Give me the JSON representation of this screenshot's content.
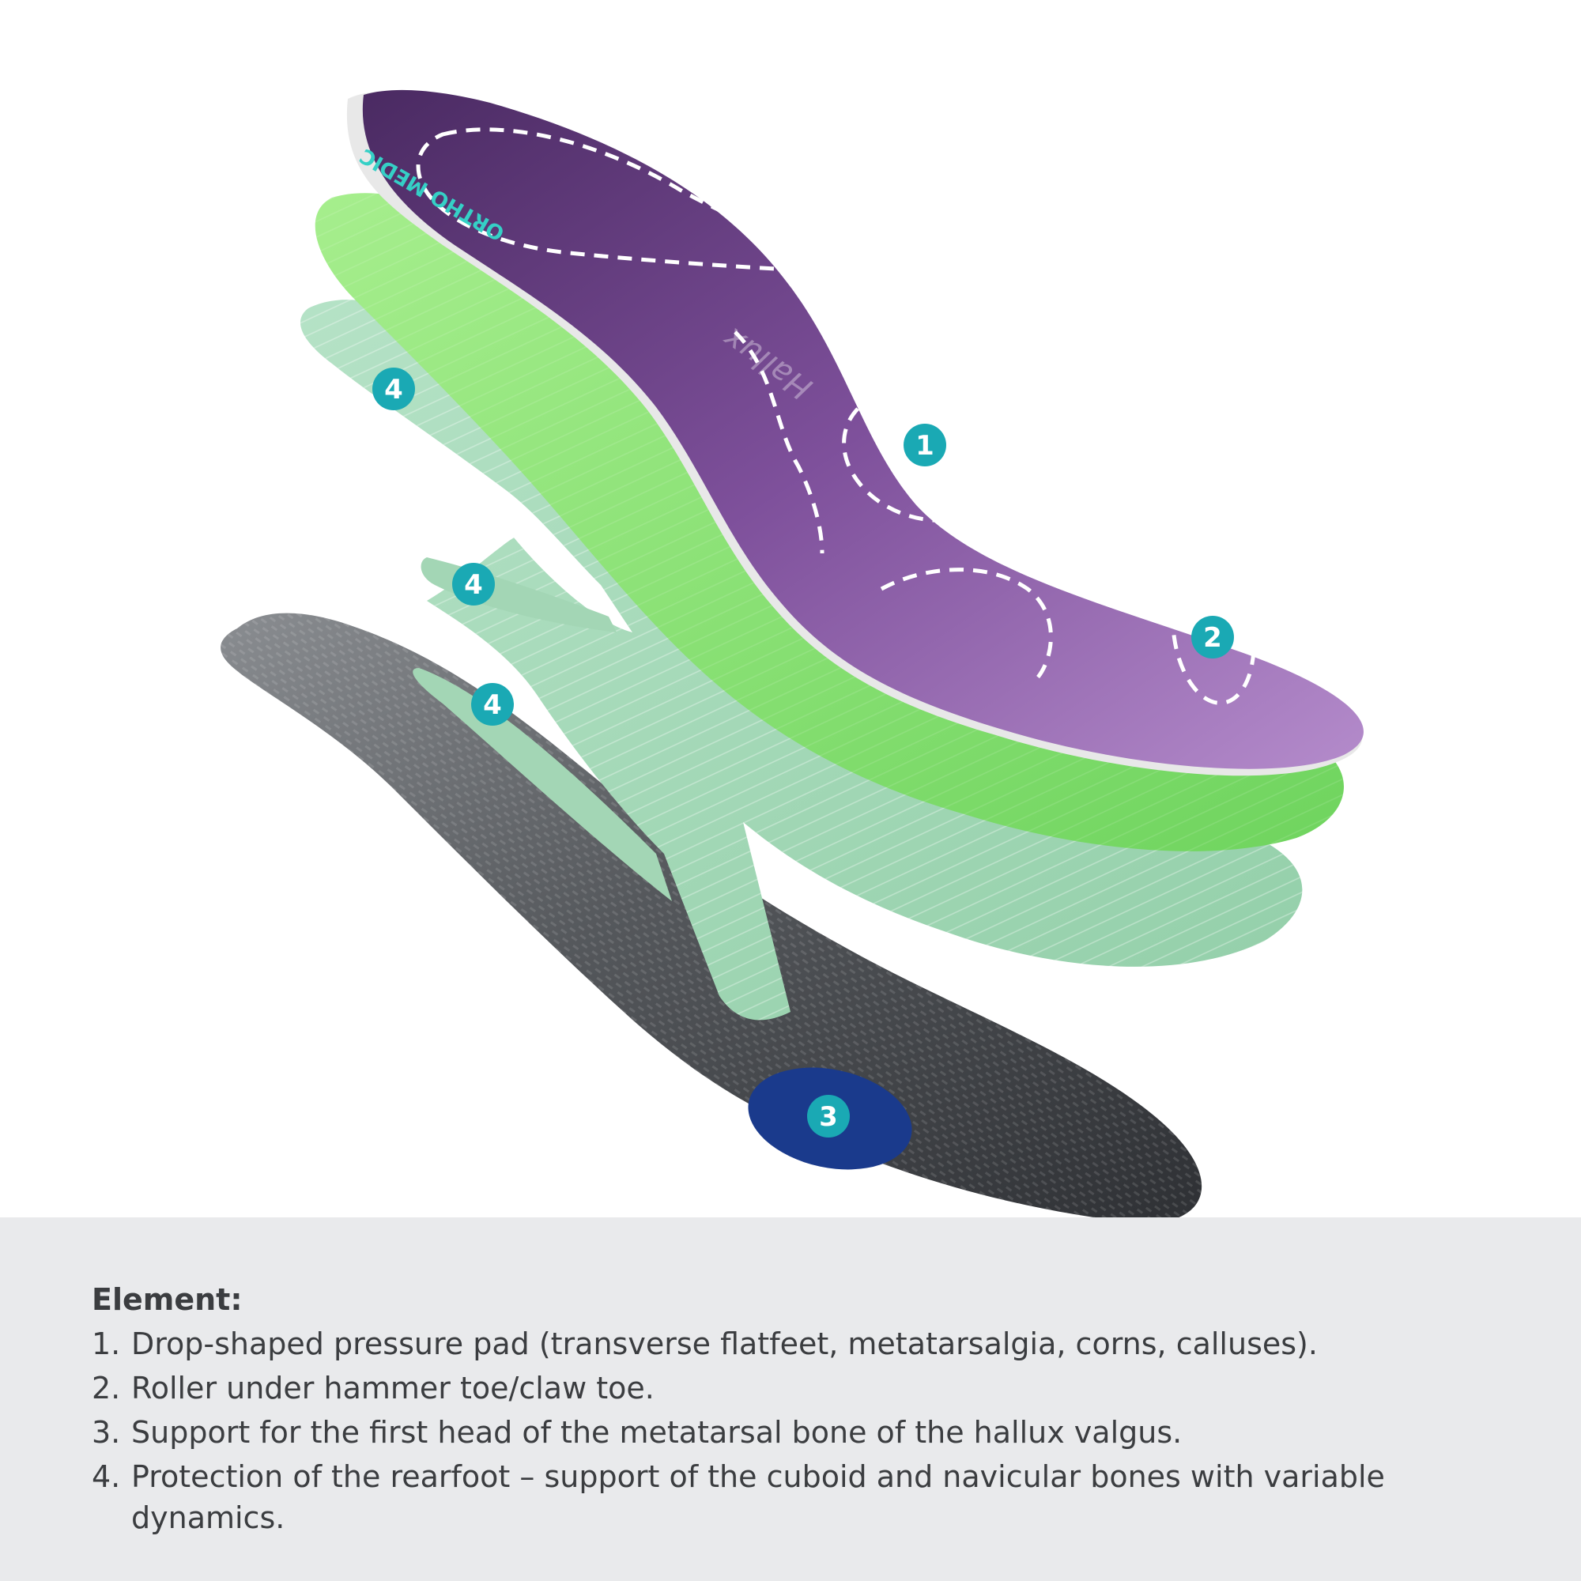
{
  "colors": {
    "badge_teal": "#1aa9b4",
    "top_layer_purple": "#8a5aa5",
    "mid_layer_green": "#8fe07a",
    "base_layer_mint": "#a9d9bb",
    "shell_gray": "#5c5f63",
    "pad_blue": "#1a3a8c",
    "legend_background": "#e9eaec",
    "legend_text": "#3b3d40"
  },
  "badges": [
    {
      "id": "badge-1",
      "label": "1"
    },
    {
      "id": "badge-2",
      "label": "2"
    },
    {
      "id": "badge-3",
      "label": "3"
    },
    {
      "id": "badge-4a",
      "label": "4"
    },
    {
      "id": "badge-4b",
      "label": "4"
    },
    {
      "id": "badge-4c",
      "label": "4"
    }
  ],
  "logo_text": "ORTHO MEDIC",
  "brand_text": "Hallux",
  "legend": {
    "title": "Element:",
    "items": [
      {
        "num": "1.",
        "text": "Drop-shaped pressure pad (transverse flatfeet, metatarsalgia, corns, calluses)."
      },
      {
        "num": "2.",
        "text": "Roller under hammer toe/claw toe."
      },
      {
        "num": "3.",
        "text": "Support for the first head of the metatarsal bone of the hallux valgus."
      },
      {
        "num": "4.",
        "text": "Protection of the rearfoot – support of the cuboid and navicular bones with variable dynamics."
      }
    ]
  }
}
